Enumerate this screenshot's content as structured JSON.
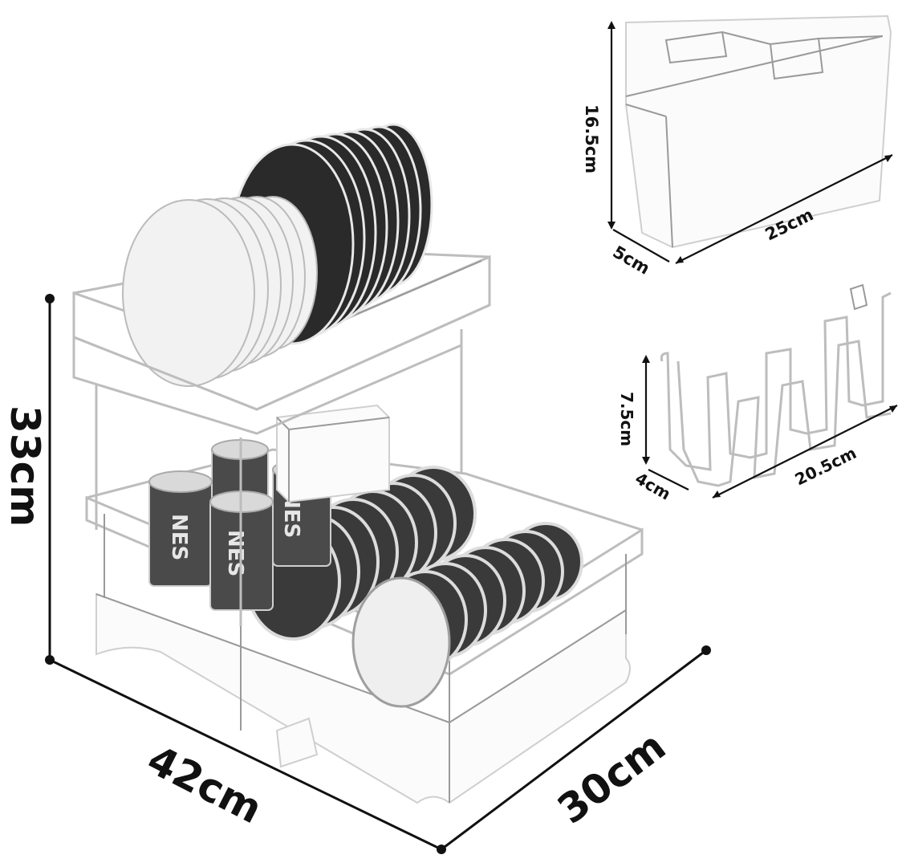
{
  "dimensions": {
    "rack_height": "33cm",
    "rack_width": "42cm",
    "rack_depth": "30cm",
    "holder_height": "16.5cm",
    "holder_depth": "5cm",
    "holder_width": "25cm",
    "rack_small_height": "7.5cm",
    "rack_small_depth": "4cm",
    "rack_small_width": "20.5cm"
  },
  "brand_text": [
    "NES",
    "NES",
    "NES"
  ],
  "colors": {
    "ink": "#111111",
    "wire": "#bdbdbd",
    "dark_plate": "#2a2a2a"
  }
}
